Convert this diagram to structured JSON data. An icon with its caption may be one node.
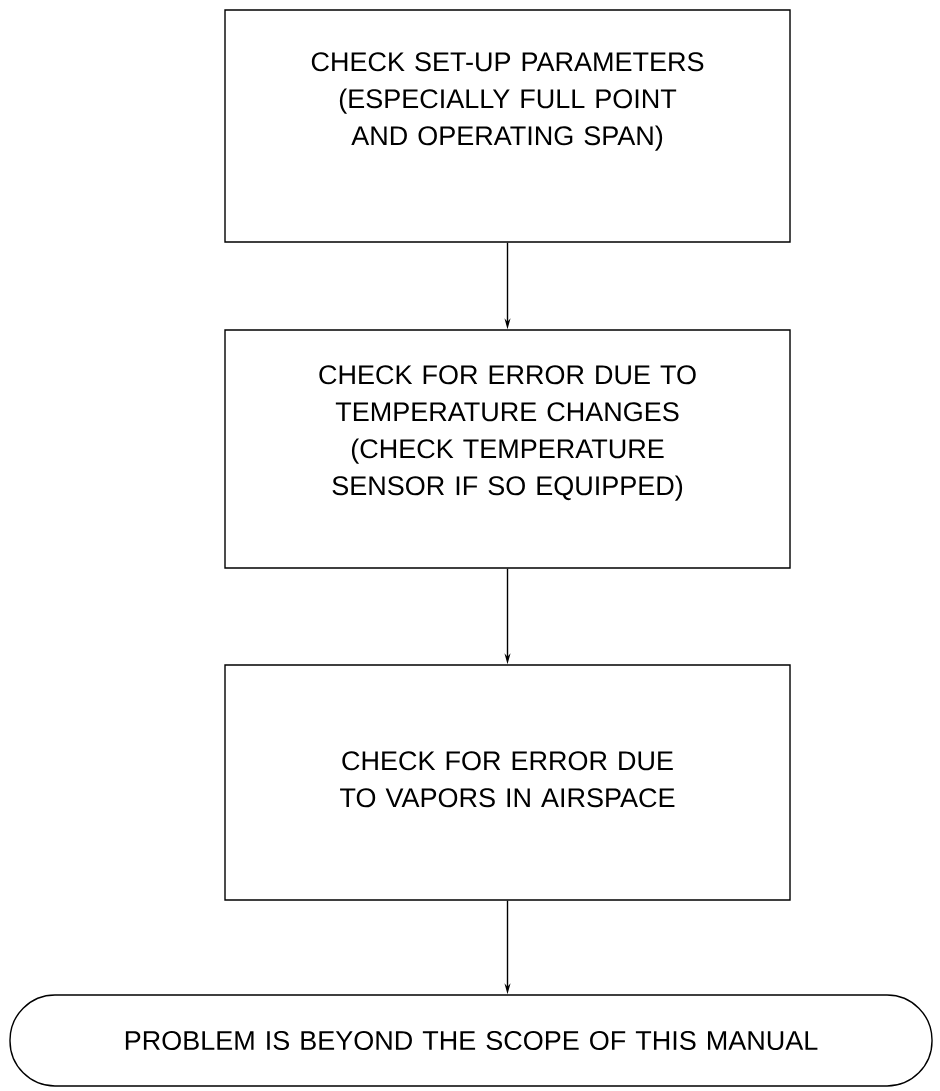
{
  "diagram": {
    "nodes": [
      {
        "text": [
          "CHECK SET-UP PARAMETERS (ESPECIALLY FULL POINT AND OPERATING SPAN)"
        ]
      },
      {
        "text": [
          "CHECK FOR ERROR DUE TO TEMPERATURE CHANGES (CHECK TEMPERATURE SENSOR IF SO EQUIPPED)"
        ]
      },
      {
        "text": [
          "CHECK FOR ERROR DUE TO VAPORS IN AIRSPACE"
        ]
      },
      {
        "text": [
          "PROBLEM IS BEYOND THE SCOPE OF THIS MANUAL"
        ]
      }
    ],
    "edges": [
      {
        "from": 0,
        "to": 1,
        "arrow": "to"
      },
      {
        "from": 1,
        "to": 2,
        "arrow": "to"
      },
      {
        "from": 2,
        "to": 3,
        "arrow": "to"
      }
    ]
  }
}
